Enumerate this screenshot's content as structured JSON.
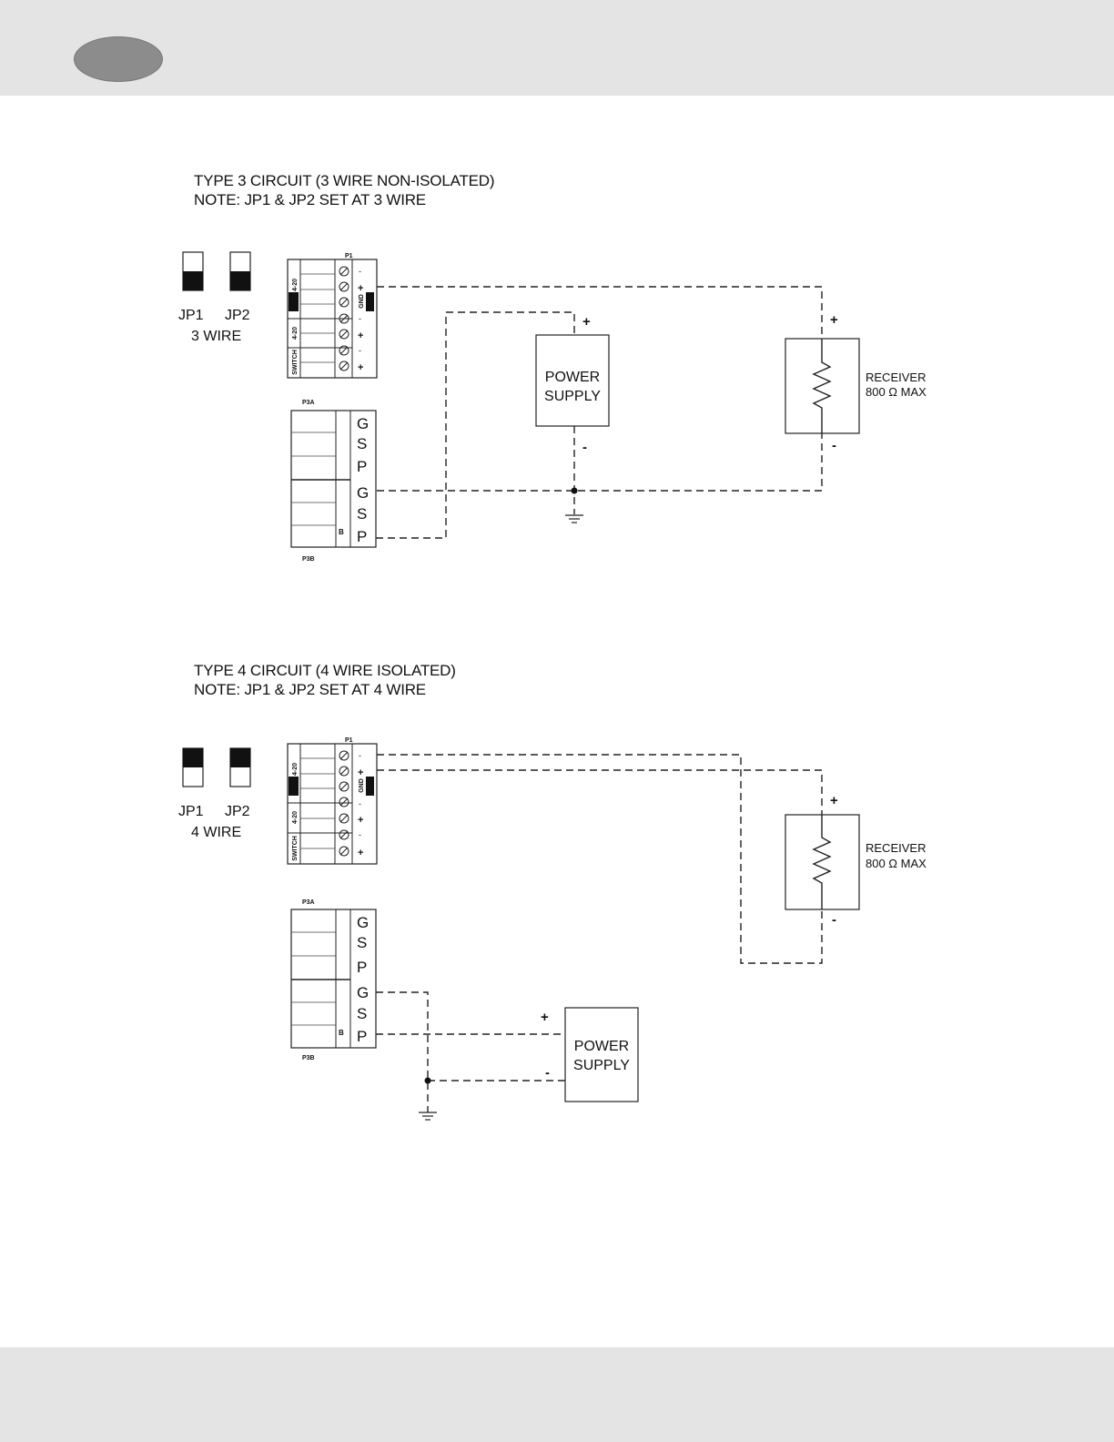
{
  "header": {
    "badge_icon": "oval-badge"
  },
  "circuits": [
    {
      "title": "TYPE 3 CIRCUIT (3 WIRE NON-ISOLATED)",
      "note": "NOTE: JP1 & JP2 SET AT 3 WIRE",
      "jumpers": {
        "jp1": "JP1",
        "jp2": "JP2",
        "setting": "3 WIRE"
      },
      "p1": {
        "label": "P1",
        "group1": "4-20",
        "group2": "4-20",
        "group3": "SWITCH",
        "gnd": "GND",
        "signs": [
          "-",
          "+",
          "-",
          "+",
          "-",
          "+"
        ]
      },
      "p3": {
        "top_label": "P3A",
        "bottom_label": "P3B",
        "side": "B",
        "pins": [
          "G",
          "S",
          "P",
          "G",
          "S",
          "P"
        ]
      },
      "power_supply": {
        "line1": "POWER",
        "line2": "SUPPLY",
        "plus": "+",
        "minus": "-"
      },
      "receiver": {
        "line1": "RECEIVER",
        "line2": "800 Ω MAX",
        "plus": "+",
        "minus": "-"
      }
    },
    {
      "title": "TYPE 4 CIRCUIT (4 WIRE ISOLATED)",
      "note": "NOTE: JP1 & JP2 SET AT 4 WIRE",
      "jumpers": {
        "jp1": "JP1",
        "jp2": "JP2",
        "setting": "4 WIRE"
      },
      "p1": {
        "label": "P1",
        "group1": "4-20",
        "group2": "4-20",
        "group3": "SWITCH",
        "gnd": "GND",
        "signs": [
          "-",
          "+",
          "-",
          "+",
          "-",
          "+"
        ]
      },
      "p3": {
        "top_label": "P3A",
        "bottom_label": "P3B",
        "side": "B",
        "pins": [
          "G",
          "S",
          "P",
          "G",
          "S",
          "P"
        ]
      },
      "power_supply": {
        "line1": "POWER",
        "line2": "SUPPLY",
        "plus": "+",
        "minus": "-"
      },
      "receiver": {
        "line1": "RECEIVER",
        "line2": "800 Ω MAX",
        "plus": "+",
        "minus": "-"
      }
    }
  ]
}
